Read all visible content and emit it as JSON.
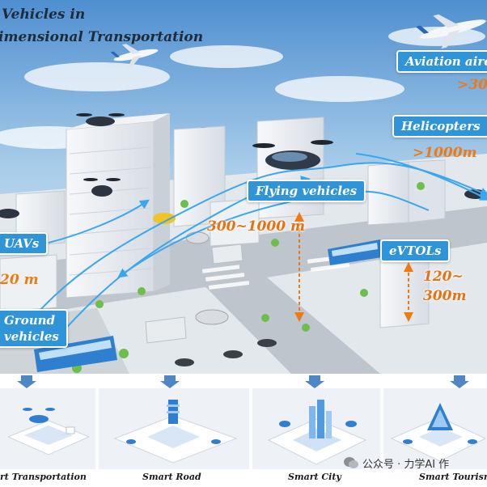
{
  "title": {
    "line1": "Vehicles in",
    "line2": "imensional Transportation"
  },
  "labels": {
    "aviation": "Aviation aircr",
    "aviation_alt": ">30",
    "helicopters": "Helicopters",
    "helicopters_alt": ">1000m",
    "flying": "Flying vehicles",
    "flying_alt": "300~1000 m",
    "evtols": "eVTOLs",
    "evtols_alt_1": "120~",
    "evtols_alt_2": "300m",
    "uavs": "UAVs",
    "uavs_alt": "20 m",
    "ground_1": "Ground",
    "ground_2": "vehicles"
  },
  "panels": [
    {
      "caption": "rt Transportation"
    },
    {
      "caption": "Smart Road"
    },
    {
      "caption": "Smart City"
    },
    {
      "caption": "Smart Tourism"
    }
  ],
  "watermark": {
    "text": "公众号 · 力学AI",
    "tail": "作"
  },
  "colors": {
    "tag_blue": "#2f95d8",
    "altitude_orange": "#f07a12",
    "route_blue": "#3aa6ef",
    "sky_top": "#4f8fd0"
  },
  "icons": [
    "airplane-icon",
    "helicopter-icon",
    "flying-car-icon",
    "drone-icon",
    "bus-icon",
    "wechat-icon"
  ]
}
